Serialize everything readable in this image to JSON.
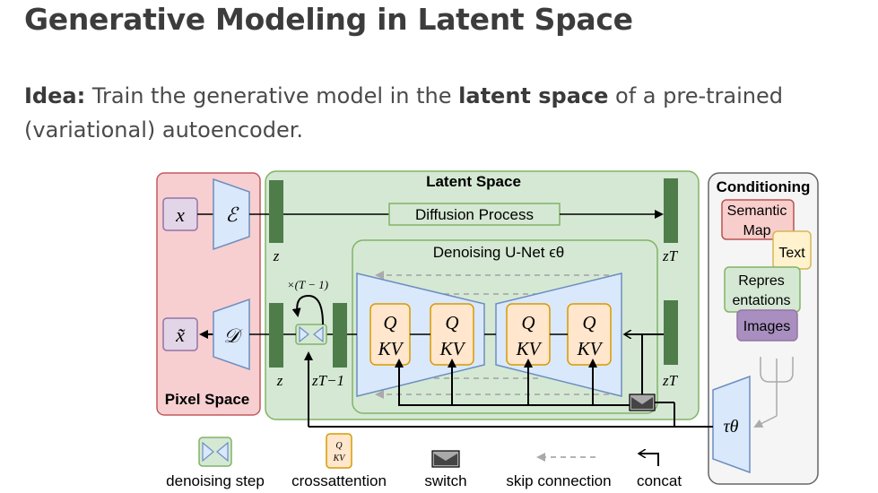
{
  "slide": {
    "title": "Generative Modeling in Latent Space",
    "idea_label": "Idea:",
    "idea_text_1": " Train the generative model in the ",
    "idea_bold": "latent space",
    "idea_text_2": " of a pre-trained (variational) autoencoder."
  },
  "diagram": {
    "pixel_space_label": "Pixel Space",
    "latent_space_label": "Latent Space",
    "conditioning_label": "Conditioning",
    "diffusion_process_label": "Diffusion Process",
    "unet_label": "Denoising U-Net ϵθ",
    "x_label": "x",
    "x_tilde_label": "x̃",
    "encoder_label": "ℰ",
    "decoder_label": "𝒟",
    "z_label": "z",
    "z_label_2": "z",
    "zT_label": "zT",
    "zT_label_2": "zT",
    "zT1_label": "zT−1",
    "repeat_label": "×(T − 1)",
    "q_label": "Q",
    "kv_label": "KV",
    "tau_label": "τθ",
    "cond_semantic": "Semantic Map",
    "cond_text": "Text",
    "cond_repr": "Repres entations",
    "cond_images": "Images"
  },
  "legend": {
    "denoising_step": "denoising step",
    "crossattention": "crossattention",
    "switch": "switch",
    "skip_connection": "skip connection",
    "concat": "concat"
  },
  "colors": {
    "pixel_bg": "#f7cfd0",
    "pixel_border": "#c25a5e",
    "latent_bg": "#d5e8d4",
    "latent_border": "#82b366",
    "dark_green": "#4e7d4a",
    "encoder_fill": "#dae8fc",
    "encoder_border": "#6c8ebf",
    "x_fill": "#e1d5e7",
    "x_border": "#9673a6",
    "attn_fill": "#ffe6cc",
    "attn_border": "#d79b00"
  }
}
